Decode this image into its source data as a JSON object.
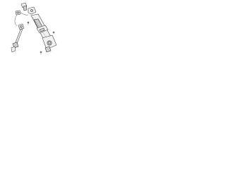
{
  "diagram": {
    "kind": "exploded-parts-view",
    "colors": {
      "line": "#4a4a4a",
      "part_fill": "#f2f2f2",
      "part_shade": "#cfcfcf",
      "background": "#ffffff"
    },
    "parts": [
      {
        "id": "steering-shaft-upper",
        "icon": "shaft-icon"
      },
      {
        "id": "lock-housing",
        "icon": "lock-icon"
      },
      {
        "id": "ignition-switch",
        "icon": "switch-icon"
      },
      {
        "id": "universal-joint",
        "icon": "joint-icon"
      },
      {
        "id": "intermediate-shaft",
        "icon": "shaft-icon"
      },
      {
        "id": "column-tube",
        "icon": "tube-icon"
      },
      {
        "id": "tilt-bracket",
        "icon": "bracket-icon"
      },
      {
        "id": "motor-assembly",
        "icon": "motor-icon"
      },
      {
        "id": "mounting-bolt",
        "icon": "bolt-icon"
      },
      {
        "id": "wiring-harness",
        "icon": "wire-icon"
      }
    ],
    "callouts": []
  }
}
